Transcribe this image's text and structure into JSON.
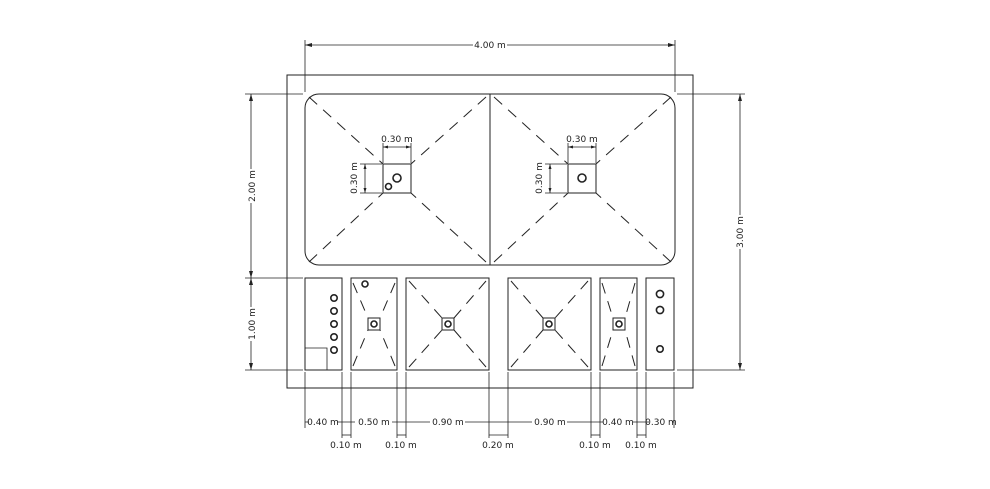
{
  "labels": {
    "overall_width": "4.00 m",
    "overall_depth": "3.00 m",
    "tray_depth": "2.00 m",
    "lower_depth": "1.00 m",
    "drain_left_w": "0.30 m",
    "drain_left_h": "0.30 m",
    "drain_right_w": "0.30 m",
    "drain_right_h": "0.30 m",
    "seg_1": "0.40 m",
    "seg_2": "0.50 m",
    "seg_3": "0.90 m",
    "seg_4": "0.90 m",
    "seg_5": "0.40 m",
    "seg_6": "0.30 m",
    "gap_1": "0.10 m",
    "gap_2": "0.10 m",
    "gap_3": "0.20 m",
    "gap_4": "0.10 m",
    "gap_5": "0.10 m"
  },
  "colors": {
    "line": "#222222",
    "background": "#ffffff"
  }
}
